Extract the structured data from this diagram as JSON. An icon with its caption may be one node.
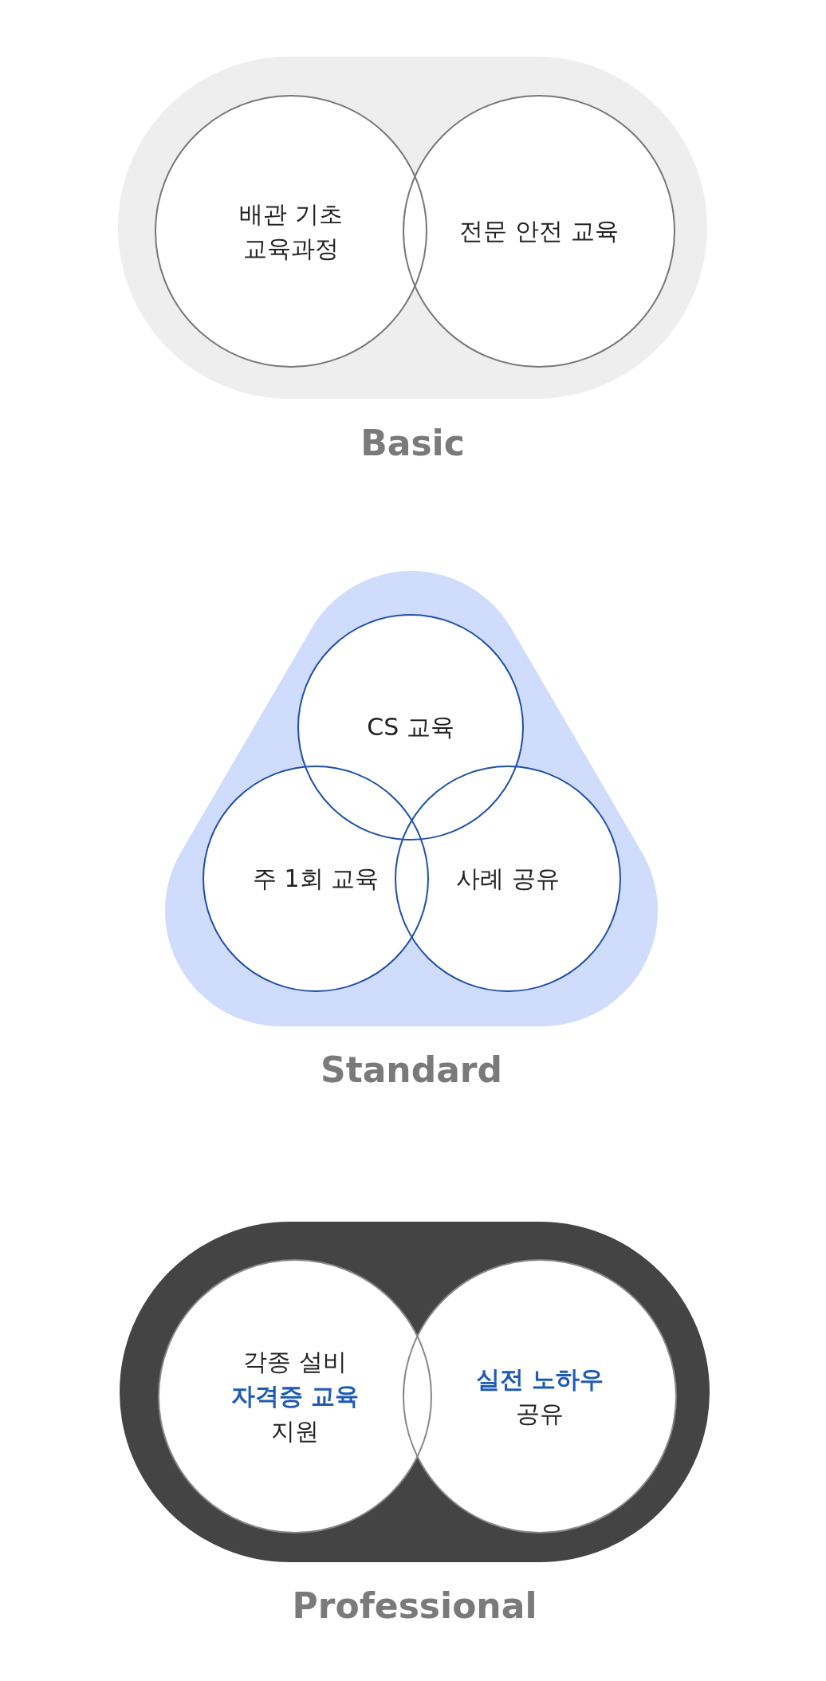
{
  "diagram": {
    "nodes": [
      {
        "text": [
          "Basic"
        ]
      },
      {
        "text": [
          "배관 기초 교육과정"
        ],
        "in": 0
      },
      {
        "text": [
          "전문 안전 교육"
        ],
        "in": 0
      },
      {
        "text": [
          "Standard"
        ]
      },
      {
        "text": [
          "CS 교육"
        ],
        "in": 3
      },
      {
        "text": [
          "주 1회 교육"
        ],
        "in": 3
      },
      {
        "text": [
          "사례 공유"
        ],
        "in": 3
      },
      {
        "text": [
          "Professional"
        ]
      },
      {
        "text": [
          "각종 설비 **자격증 교육** 지원"
        ],
        "in": 7
      },
      {
        "text": [
          "**실전 노하우** 공유"
        ],
        "in": 7
      }
    ],
    "edges": []
  }
}
